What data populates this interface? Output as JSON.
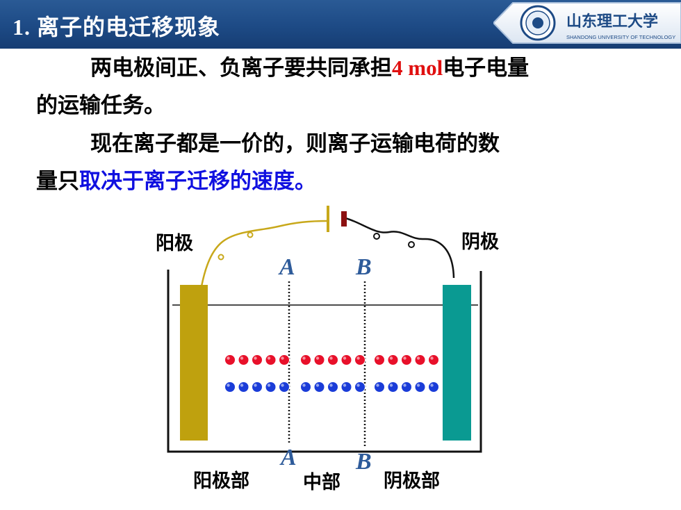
{
  "header": {
    "number": "1.",
    "title": "离子的电迁移现象",
    "logo_name": "山东理工大学",
    "logo_subtitle": "SHANDONG UNIVERSITY OF TECHNOLOGY"
  },
  "body": {
    "p1_a": "两电极间正、负离子要共同承担",
    "p1_highlight": "4 mol",
    "p1_b": "电子电量",
    "p1_line2": "的运输任务。",
    "p2_line1": "现在离子都是一价的，则离子运输电荷的数",
    "p2_a": "量只",
    "p2_highlight": "取决于离子迁移的速度",
    "p2_end": "。"
  },
  "diagram": {
    "anode_label": "阳极",
    "cathode_label": "阴极",
    "line_a": "A",
    "line_b": "B",
    "region_anode": "阳极部",
    "region_middle": "中部",
    "region_cathode": "阴极部",
    "positive_ion_color": "#e8102a",
    "negative_ion_color": "#1a3cd8",
    "anode_color": "#bfa10e",
    "cathode_color": "#0a9a92",
    "ion_groups": [
      5,
      5,
      5
    ],
    "ions_per_row": 15
  }
}
